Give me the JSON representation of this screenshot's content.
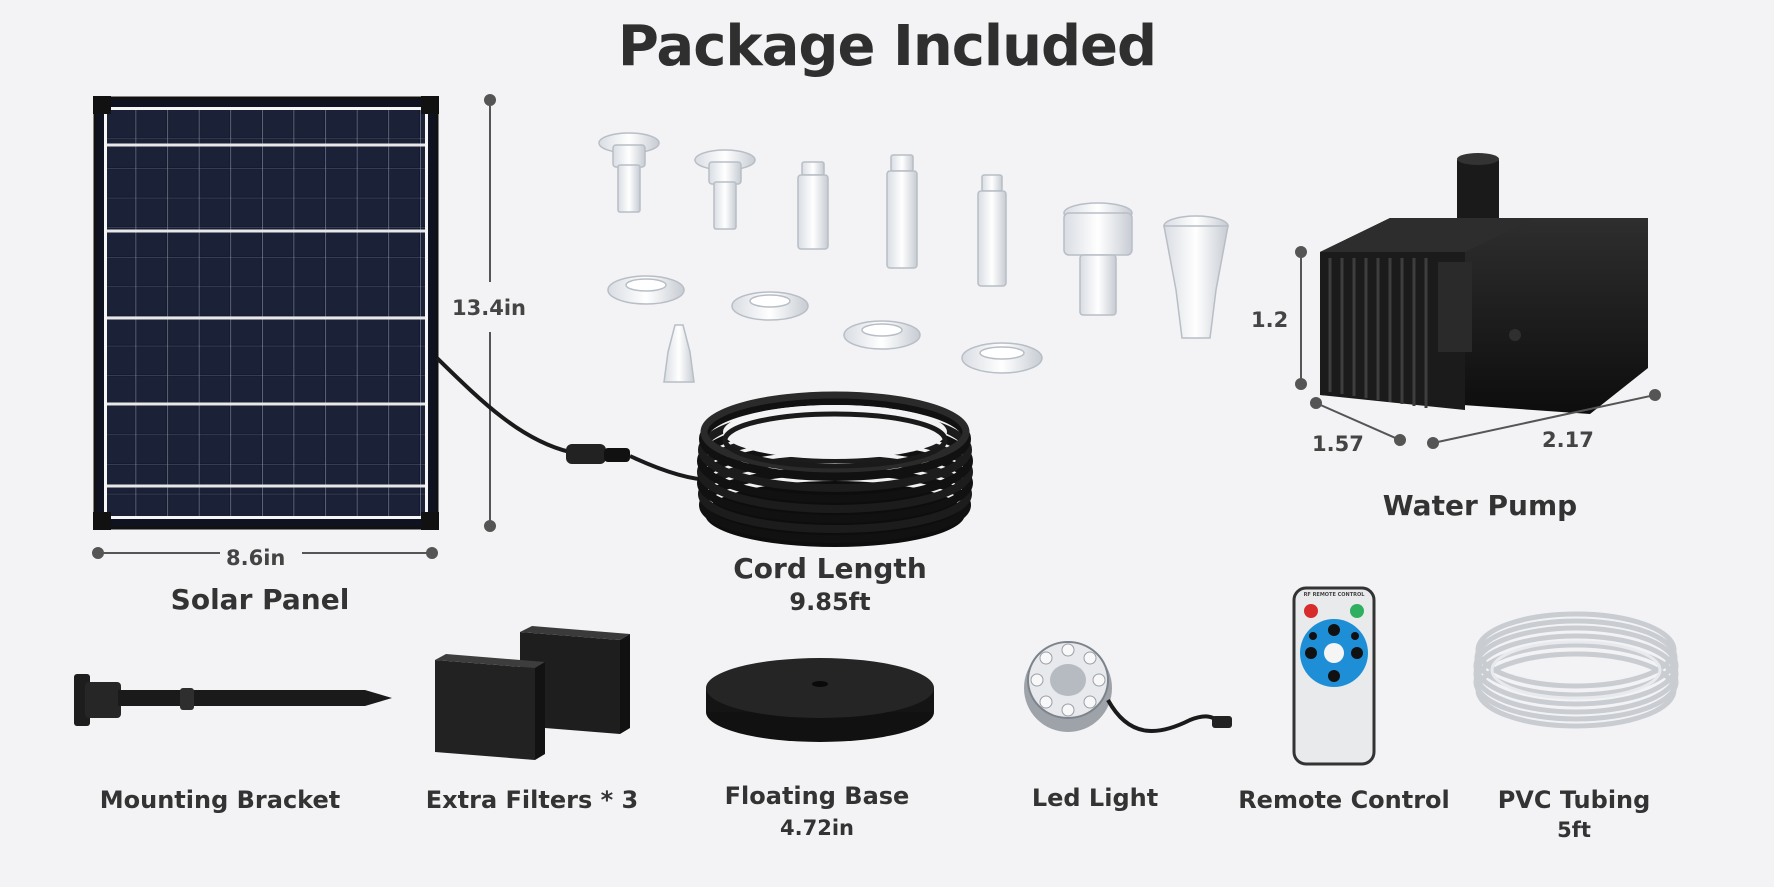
{
  "title": "Package Included",
  "solar_panel": {
    "label": "Solar Panel",
    "height": "13.4in",
    "width": "8.6in"
  },
  "cord": {
    "label": "Cord Length",
    "value": "9.85ft"
  },
  "water_pump": {
    "label": "Water Pump",
    "height": "1.2",
    "depth": "1.57",
    "width": "2.17"
  },
  "accessories": [
    {
      "label": "Mounting Bracket",
      "sub": ""
    },
    {
      "label": "Extra Filters * 3",
      "sub": ""
    },
    {
      "label": "Floating Base",
      "sub": "4.72in"
    },
    {
      "label": "Led Light",
      "sub": ""
    },
    {
      "label": "Remote Control",
      "sub": ""
    },
    {
      "label": "PVC Tubing",
      "sub": "5ft"
    }
  ],
  "remote": {
    "header": "RF REMOTE CONTROL"
  },
  "colors": {
    "background": "#f3f3f5",
    "panel": "#121626",
    "text": "#2f2f2f",
    "remote_dial": "#1e8fd6"
  }
}
